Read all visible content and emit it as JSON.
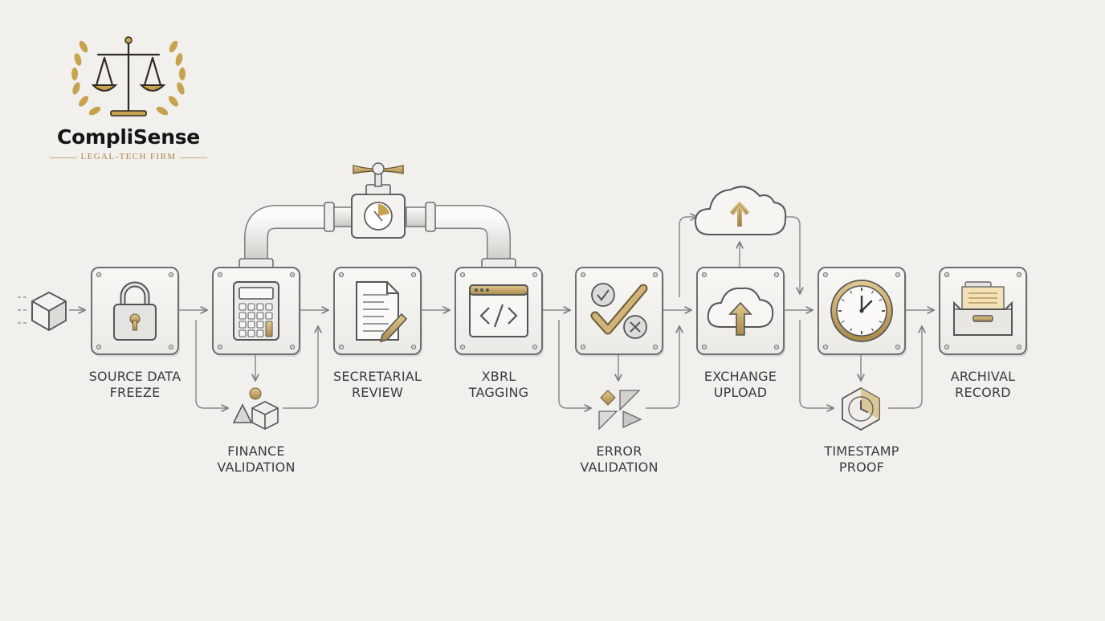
{
  "brand": {
    "name": "CompliSense",
    "tagline": "LEGAL-TECH FIRM",
    "logo_icon": "scales-of-justice-laurel-icon"
  },
  "colors": {
    "background": "#f1f0ec",
    "card": "#f5f4f1",
    "card_border": "#6e6e6e",
    "accent_gold": "#b8975a",
    "line": "#8a8a8a",
    "text": "#3b3b3b"
  },
  "steps": [
    {
      "id": "source-data-freeze",
      "line1": "SOURCE DATA",
      "line2": "FREEZE",
      "icon": "padlock-icon"
    },
    {
      "id": "finance-validation",
      "line1": "FINANCE",
      "line2": "VALIDATION",
      "icon": "calculator-icon",
      "sub_icon": "shapes-icon"
    },
    {
      "id": "secretarial-review",
      "line1": "SECRETARIAL",
      "line2": "REVIEW",
      "icon": "document-pen-icon"
    },
    {
      "id": "xbrl-tagging",
      "line1": "XBRL",
      "line2": "TAGGING",
      "icon": "code-window-icon"
    },
    {
      "id": "error-validation",
      "line1": "ERROR",
      "line2": "VALIDATION",
      "icon": "check-cross-icon",
      "sub_icon": "fragments-icon"
    },
    {
      "id": "exchange-upload",
      "line1": "EXCHANGE",
      "line2": "UPLOAD",
      "icon": "cloud-upload-icon",
      "sub_icon": "cloud-upload-icon"
    },
    {
      "id": "timestamp-proof",
      "line1": "TIMESTAMP",
      "line2": "PROOF",
      "icon": "clock-icon",
      "sub_icon": "hexagon-clock-icon"
    },
    {
      "id": "archival-record",
      "line1": "ARCHIVAL",
      "line2": "RECORD",
      "icon": "archive-drawer-icon"
    }
  ],
  "input_icon": "cube-icon",
  "pipeline_icon": "pipe-valve-gauge-icon"
}
